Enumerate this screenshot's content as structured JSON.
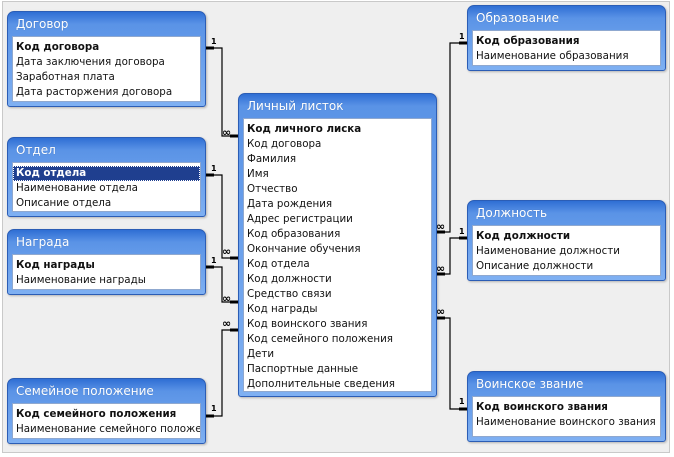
{
  "colors": {
    "header_top": "#2f6fd4",
    "header_bottom": "#7fb0f2",
    "selected_row": "#1f3f8f",
    "line": "#000000"
  },
  "tables": {
    "dogovor": {
      "title": "Договор",
      "fields": [
        {
          "name": "Код договора",
          "pk": true
        },
        {
          "name": "Дата заключения договора"
        },
        {
          "name": "Заработная плата"
        },
        {
          "name": "Дата расторжения договора"
        }
      ]
    },
    "otdel": {
      "title": "Отдел",
      "fields": [
        {
          "name": "Код отдела",
          "pk": true,
          "selected": true
        },
        {
          "name": "Наименование отдела"
        },
        {
          "name": "Описание отдела"
        }
      ]
    },
    "nagrada": {
      "title": "Награда",
      "fields": [
        {
          "name": "Код награды",
          "pk": true
        },
        {
          "name": "Наименование награды"
        }
      ]
    },
    "semeinoe": {
      "title": "Семейное положение",
      "fields": [
        {
          "name": "Код семейного положения",
          "pk": true
        },
        {
          "name": "Наименование семейного положения"
        }
      ]
    },
    "lichny": {
      "title": "Личный листок",
      "fields": [
        {
          "name": "Код личного лиска",
          "pk": true
        },
        {
          "name": "Код договора"
        },
        {
          "name": "Фамилия"
        },
        {
          "name": "Имя"
        },
        {
          "name": "Отчество"
        },
        {
          "name": "Дата рождения"
        },
        {
          "name": "Адрес регистрации"
        },
        {
          "name": "Код образования"
        },
        {
          "name": "Окончание обучения"
        },
        {
          "name": "Код отдела"
        },
        {
          "name": "Код должности"
        },
        {
          "name": "Средство связи"
        },
        {
          "name": "Код награды"
        },
        {
          "name": "Код воинского звания"
        },
        {
          "name": "Код семейного положения"
        },
        {
          "name": "Дети"
        },
        {
          "name": "Паспортные данные"
        },
        {
          "name": "Дополнительные сведения"
        }
      ]
    },
    "obrazovanie": {
      "title": "Образование",
      "fields": [
        {
          "name": "Код образования",
          "pk": true
        },
        {
          "name": "Наименование образования"
        }
      ]
    },
    "dolzhnost": {
      "title": "Должность",
      "fields": [
        {
          "name": "Код должности",
          "pk": true
        },
        {
          "name": "Наименование должности"
        },
        {
          "name": "Описание должности"
        }
      ]
    },
    "voinskoe": {
      "title": "Воинское звание",
      "fields": [
        {
          "name": "Код воинского звания",
          "pk": true
        },
        {
          "name": "Наименование воинского звания"
        }
      ]
    }
  },
  "relationships": [
    {
      "from": "dogovor",
      "to": "lichny",
      "one_label": "1",
      "many_label": "∞"
    },
    {
      "from": "otdel",
      "to": "lichny",
      "one_label": "1",
      "many_label": "∞"
    },
    {
      "from": "nagrada",
      "to": "lichny",
      "one_label": "1",
      "many_label": "∞"
    },
    {
      "from": "semeinoe",
      "to": "lichny",
      "one_label": "1",
      "many_label": "∞"
    },
    {
      "from": "obrazovanie",
      "to": "lichny",
      "one_label": "1",
      "many_label": "∞"
    },
    {
      "from": "dolzhnost",
      "to": "lichny",
      "one_label": "1",
      "many_label": "∞"
    },
    {
      "from": "voinskoe",
      "to": "lichny",
      "one_label": "1",
      "many_label": "∞"
    }
  ]
}
